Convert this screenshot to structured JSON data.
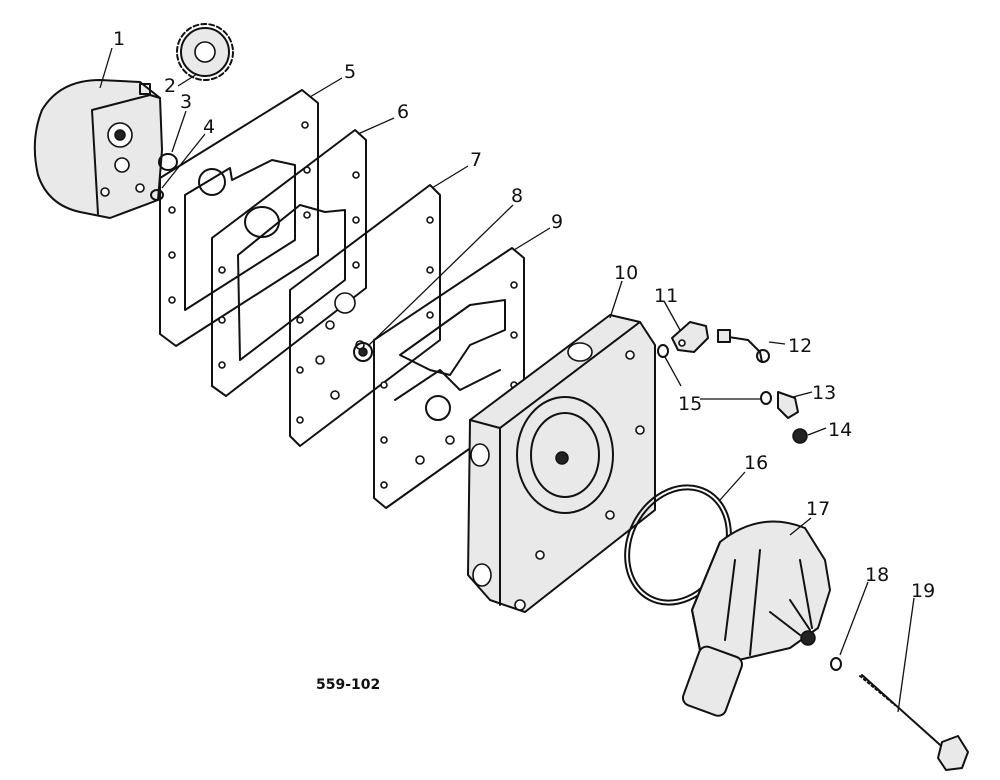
{
  "diagram": {
    "drawing_code": "559-102",
    "callouts": [
      "1",
      "2",
      "3",
      "4",
      "5",
      "6",
      "7",
      "8",
      "9",
      "10",
      "11",
      "12",
      "13",
      "14",
      "15",
      "16",
      "17",
      "18",
      "19"
    ]
  }
}
